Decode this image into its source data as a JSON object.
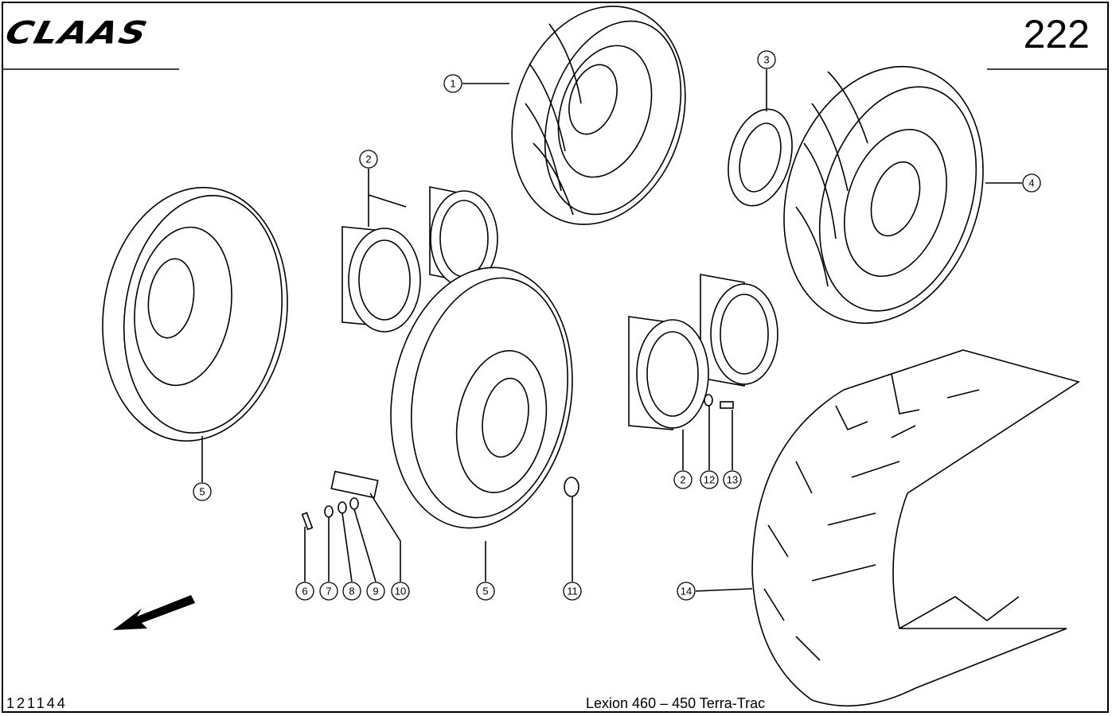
{
  "header": {
    "brand": "CLAAS",
    "page_number": "222"
  },
  "footer": {
    "reference": "121144",
    "caption": "Lexion 460 – 450 Terra-Trac"
  },
  "callouts": [
    "1",
    "2",
    "3",
    "4",
    "5",
    "2",
    "12",
    "13",
    "6",
    "7",
    "8",
    "9",
    "10",
    "5",
    "11",
    "14"
  ],
  "icons": {
    "direction": "arrow-down-left-icon"
  }
}
